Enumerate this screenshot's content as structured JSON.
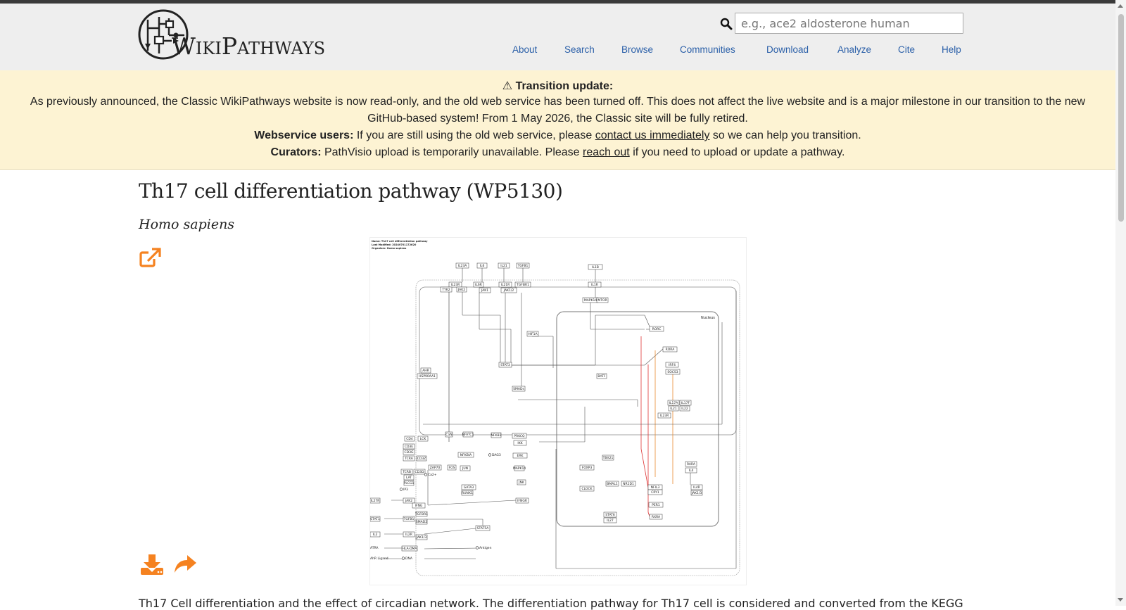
{
  "header": {
    "logo_text_first": "W",
    "logo_text_1": "IKI",
    "logo_text_p": "P",
    "logo_text_2": "ATHWAYS",
    "search_placeholder": "e.g., ace2 aldosterone human",
    "nav": [
      "About",
      "Search",
      "Browse",
      "Communities",
      "Download",
      "Analyze",
      "Cite",
      "Help"
    ]
  },
  "banner": {
    "heading_icon": "⚠",
    "heading": "Transition update:",
    "line1": "As previously announced, the Classic WikiPathways website is now read-only, and the old web service has been turned off. This does not affect the live website and is a major milestone in our transition to the new",
    "line2": "GitHub-based system! From 1 May 2026, the Classic site will be fully retired.",
    "ws_label": "Webservice users:",
    "ws_text_a": "If you are still using the old web service, please",
    "ws_link": "contact us immediately",
    "ws_text_b": "so we can help you transition.",
    "cur_label": "Curators:",
    "cur_text_a": "PathVisio upload is temporarily unavailable. Please",
    "cur_link": "reach out",
    "cur_text_b": "if you need to upload or update a pathway."
  },
  "page": {
    "title": "Th17 cell differentiation pathway (WP5130)",
    "species": "Homo sapiens",
    "description": "Th17 Cell differentiation and the effect of circadian network. The differentiation pathway for Th17 cell is considered and converted from the KEGG"
  },
  "diagram": {
    "meta1": "Name: Th17 cell differentiation pathway",
    "meta2": "Last Modified: 20240701172620",
    "meta3": "Organism: Homo sapiens",
    "nucleus": "Nucleus",
    "genes": [
      "IL23A",
      "IL6",
      "IL21",
      "TGFB1",
      "IL1B",
      "IL23R",
      "IL6R",
      "IL21R",
      "TGFBR1",
      "IL1R",
      "TYK2",
      "JAK2",
      "JAK1",
      "JAK1/2",
      "MAPK14",
      "MTOR",
      "AHR",
      "HSP90AA1",
      "HIF1A",
      "STAT3",
      "SMADs",
      "RORC",
      "RORA",
      "IRF4",
      "BATF",
      "SOCS3",
      "IL17A",
      "IL17F",
      "IL21",
      "IL22",
      "IL23R",
      "CD4",
      "LCK",
      "CD3E",
      "CD3G",
      "TCRA",
      "CD3Z",
      "ZAP70",
      "TCRB",
      "CD3D",
      "LAT",
      "PLCG1",
      "IP3",
      "Ca2+",
      "CaN",
      "NFATC1",
      "NFKB1",
      "PRKCQ",
      "IKK",
      "NFKBIA",
      "DAG3",
      "ERK",
      "FOS",
      "JUN",
      "MAPK14",
      "JNK",
      "GATA3",
      "RUNX1",
      "TBX21",
      "FOXP3",
      "CLOCK",
      "BMAL1",
      "NR1D1",
      "NFIL3",
      "CRY1",
      "PER1",
      "RXRA",
      "RARA",
      "IL4",
      "IL4R",
      "JAK1/3",
      "STAT6",
      "IL27",
      "IL27R",
      "JAK2",
      "IFNG",
      "IFNGR",
      "STAT1",
      "TGFB1",
      "TGFBR1",
      "SMAD2",
      "IL2",
      "IL2R",
      "JAK1/3",
      "STAT5A",
      "ATRA",
      "HLA-DMA",
      "Antigen",
      "AhR Ligand",
      "DNA"
    ]
  },
  "colors": {
    "accent_orange": "#f58220",
    "link_blue": "#2a5fa8",
    "banner_bg": "#fdf3d3",
    "header_bg": "#eeeeee"
  },
  "icons": [
    "search-icon",
    "external-link-icon",
    "download-icon",
    "share-icon"
  ]
}
